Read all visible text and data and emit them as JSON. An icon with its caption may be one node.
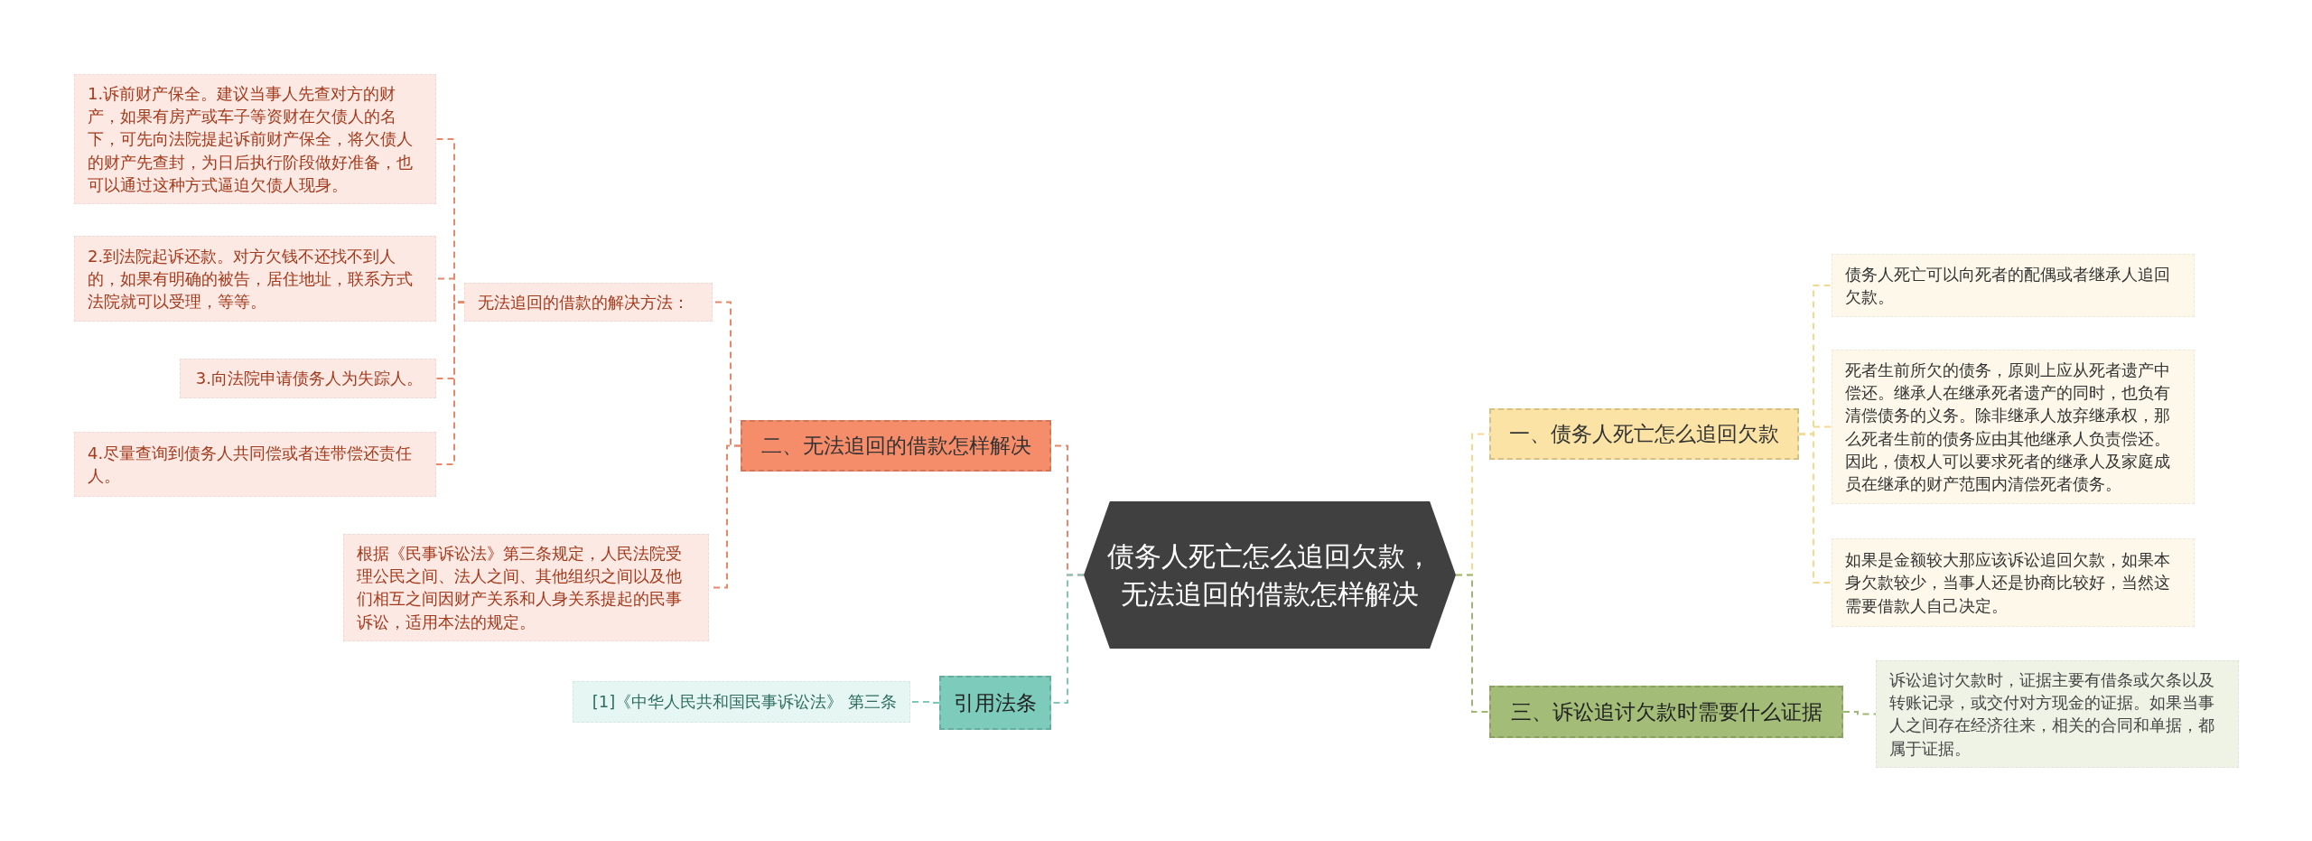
{
  "diagram": {
    "nodes": [
      {
        "text": [
          "债务人死亡怎么追回欠款，无法追回的借款怎样解决"
        ]
      },
      {
        "text": [
          "一、债务人死亡怎么追回欠款"
        ]
      },
      {
        "text": [
          "债务人死亡可以向死者的配偶或者继承人追回欠款。"
        ]
      },
      {
        "text": [
          "死者生前所欠的债务，原则上应从死者遗产中偿还。继承人在继承死者遗产的同时，也负有清偿债务的义务。除非继承人放弃继承权，那么死者生前的债务应由其他继承人负责偿还。因此，债权人可以要求死者的继承人及家庭成员在继承的财产范围内清偿死者债务。"
        ]
      },
      {
        "text": [
          "如果是金额较大那应该诉讼追回欠款，如果本身欠款较少，当事人还是协商比较好，当然这需要借款人自己决定。"
        ]
      },
      {
        "text": [
          "三、诉讼追讨欠款时需要什么证据"
        ]
      },
      {
        "text": [
          "诉讼追讨欠款时，证据主要有借条或欠条以及转账记录，或交付对方现金的证据。如果当事人之间存在经济往来，相关的合同和单据，都属于证据。"
        ]
      },
      {
        "text": [
          "二、无法追回的借款怎样解决"
        ]
      },
      {
        "text": [
          "无法追回的借款的解决方法："
        ]
      },
      {
        "text": [
          "1.诉前财产保全。建议当事人先查对方的财产，如果有房产或车子等资财在欠债人的名下，可先向法院提起诉前财产保全，将欠债人的财产先查封，为日后执行阶段做好准备，也可以通过这种方式逼迫欠债人现身。"
        ]
      },
      {
        "text": [
          "2.到法院起诉还款。对方欠钱不还找不到人的，如果有明确的被告，居住地址，联系方式法院就可以受理，等等。"
        ]
      },
      {
        "text": [
          "3.向法院申请债务人为失踪人。"
        ]
      },
      {
        "text": [
          "4.尽量查询到债务人共同偿或者连带偿还责任人。"
        ]
      },
      {
        "text": [
          "根据《民事诉讼法》第三条规定，人民法院受理公民之间、法人之间、其他组织之间以及他们相互之间因财产关系和人身关系提起的民事诉讼，适用本法的规定。"
        ]
      },
      {
        "text": [
          "引用法条"
        ]
      },
      {
        "text": [
          "[1]《中华人民共和国民事诉讼法》 第三条"
        ]
      }
    ],
    "edges": [
      {
        "from": 0,
        "to": 1,
        "arrow": "none",
        "style": "dashed",
        "color": "#f3d98f"
      },
      {
        "from": 1,
        "to": 2,
        "arrow": "none",
        "style": "dashed",
        "color": "#f3d98f"
      },
      {
        "from": 1,
        "to": 3,
        "arrow": "none",
        "style": "dashed",
        "color": "#f3d98f"
      },
      {
        "from": 1,
        "to": 4,
        "arrow": "none",
        "style": "dashed",
        "color": "#f3d98f"
      },
      {
        "from": 0,
        "to": 5,
        "arrow": "none",
        "style": "dashed",
        "color": "#9db873"
      },
      {
        "from": 5,
        "to": 6,
        "arrow": "none",
        "style": "dashed",
        "color": "#9db873"
      },
      {
        "from": 0,
        "to": 7,
        "arrow": "none",
        "style": "dashed"
      },
      {
        "from": 7,
        "to": 8,
        "arrow": "none",
        "style": "dashed"
      },
      {
        "from": 8,
        "to": 9,
        "arrow": "none",
        "style": "dashed"
      },
      {
        "from": 8,
        "to": 10,
        "arrow": "none",
        "style": "dashed"
      },
      {
        "from": 8,
        "to": 11,
        "arrow": "none",
        "style": "dashed"
      },
      {
        "from": 8,
        "to": 12,
        "arrow": "none",
        "style": "dashed"
      },
      {
        "from": 7,
        "to": 13,
        "arrow": "none",
        "style": "dashed"
      },
      {
        "from": 0,
        "to": 14,
        "arrow": "none",
        "style": "dashed",
        "color": "#7ec8b8"
      },
      {
        "from": 14,
        "to": 15,
        "arrow": "none",
        "style": "dashed",
        "color": "#7ec8b8"
      }
    ]
  }
}
